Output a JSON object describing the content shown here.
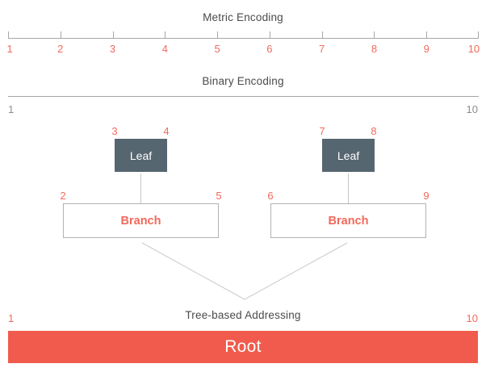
{
  "metric": {
    "title": "Metric Encoding",
    "ticks": [
      "1",
      "2",
      "3",
      "4",
      "5",
      "6",
      "7",
      "8",
      "9",
      "10"
    ]
  },
  "binary": {
    "title": "Binary Encoding",
    "start": "1",
    "end": "10"
  },
  "tree": {
    "title": "Tree-based Addressing",
    "leaves": [
      {
        "label": "Leaf",
        "start": "3",
        "end": "4"
      },
      {
        "label": "Leaf",
        "start": "7",
        "end": "8"
      }
    ],
    "branches": [
      {
        "label": "Branch",
        "start": "2",
        "end": "5"
      },
      {
        "label": "Branch",
        "start": "6",
        "end": "9"
      }
    ],
    "root": {
      "label": "Root",
      "start": "1",
      "end": "10"
    }
  },
  "colors": {
    "accent_red": "#f2695c",
    "root_background": "#f15b4d",
    "leaf_background": "#566670",
    "title_gray": "#4a4a4a",
    "muted_gray": "#8c8c8c",
    "line_gray": "#a6a6a6"
  }
}
